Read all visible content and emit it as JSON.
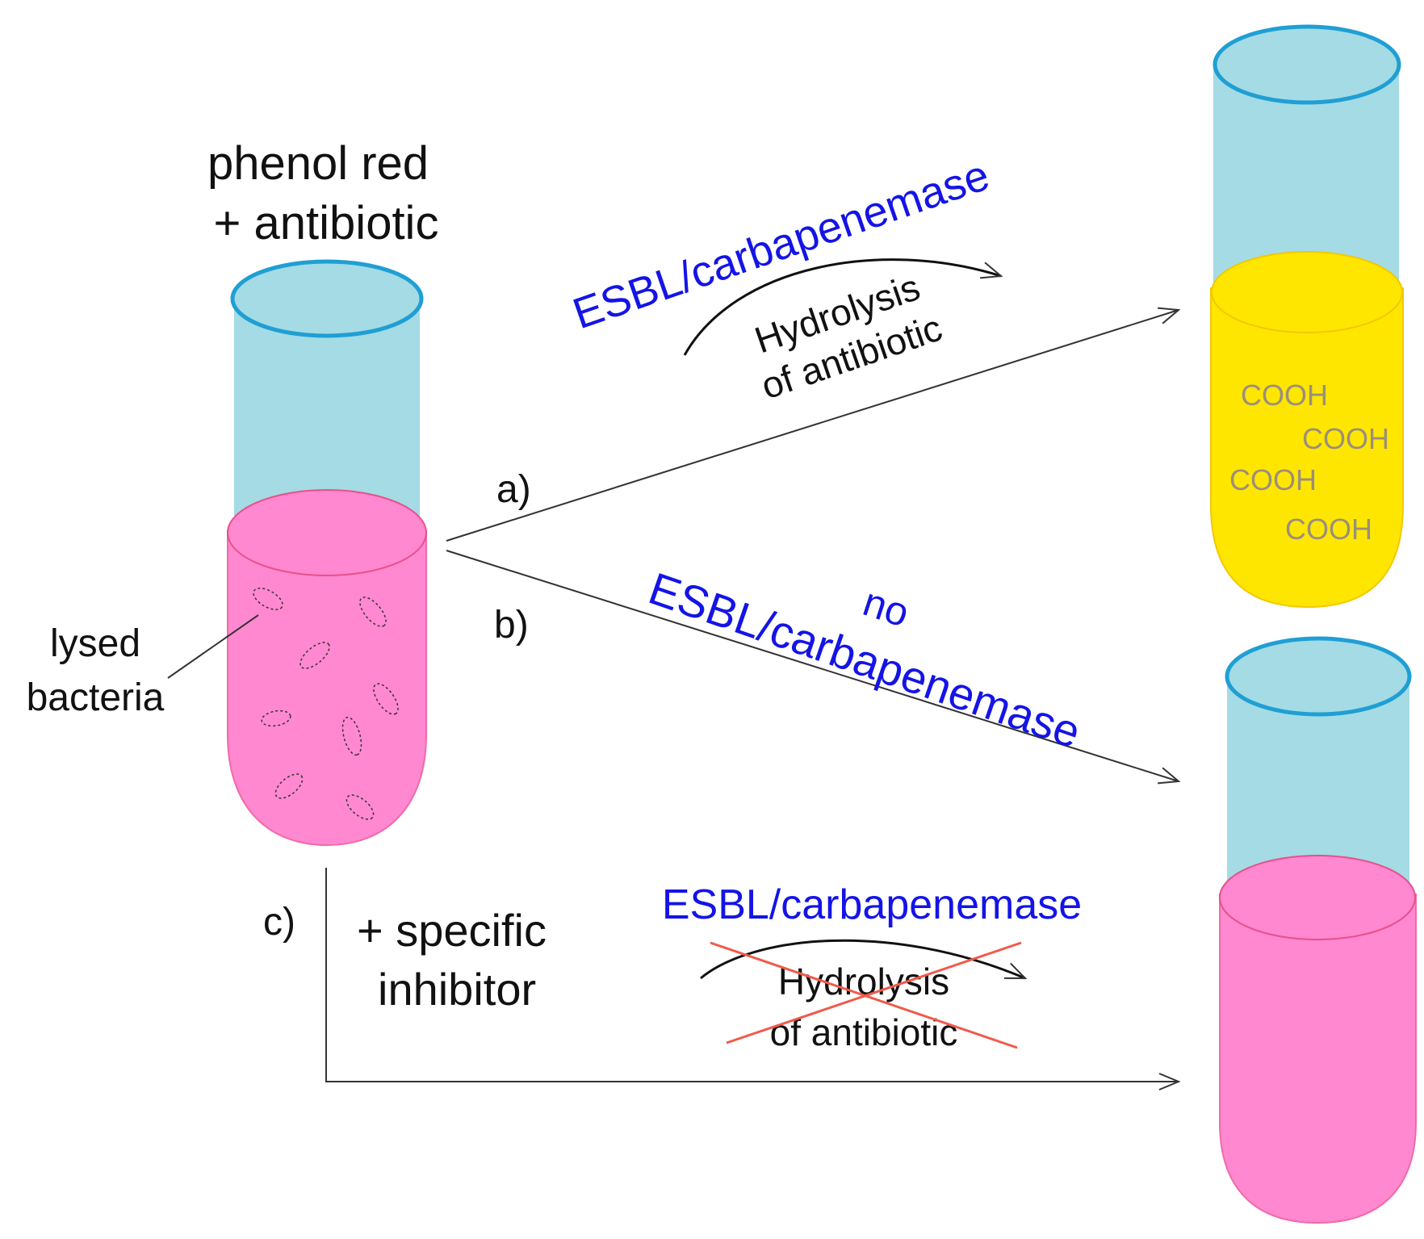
{
  "labels": {
    "top_line1": "phenol red",
    "top_line2": "+ antibiotic",
    "lysed1": "lysed",
    "lysed2": "bacteria",
    "branch_a": "a)",
    "branch_b": "b)",
    "branch_c": "c)",
    "esbl_a": "ESBL/carbapenemase",
    "hydro_a1": "Hydrolysis",
    "hydro_a2": "of antibiotic",
    "no": "no",
    "esbl_b": "ESBL/carbapenemase",
    "inhib1": "+ specific",
    "inhib2": "inhibitor",
    "esbl_c": "ESBL/carbapenemase",
    "hydro_c1": "Hydrolysis",
    "hydro_c2": "of antibiotic",
    "cooh": [
      "COOH",
      "COOH",
      "COOH",
      "COOH"
    ]
  },
  "colors": {
    "tube_top": "#a4dbe5",
    "tube_rim": "#1f9fd4",
    "pink": "#ff88d0",
    "yellow": "#ffe600",
    "esbl_text": "#1414e6",
    "cross": "#f05a4a"
  }
}
